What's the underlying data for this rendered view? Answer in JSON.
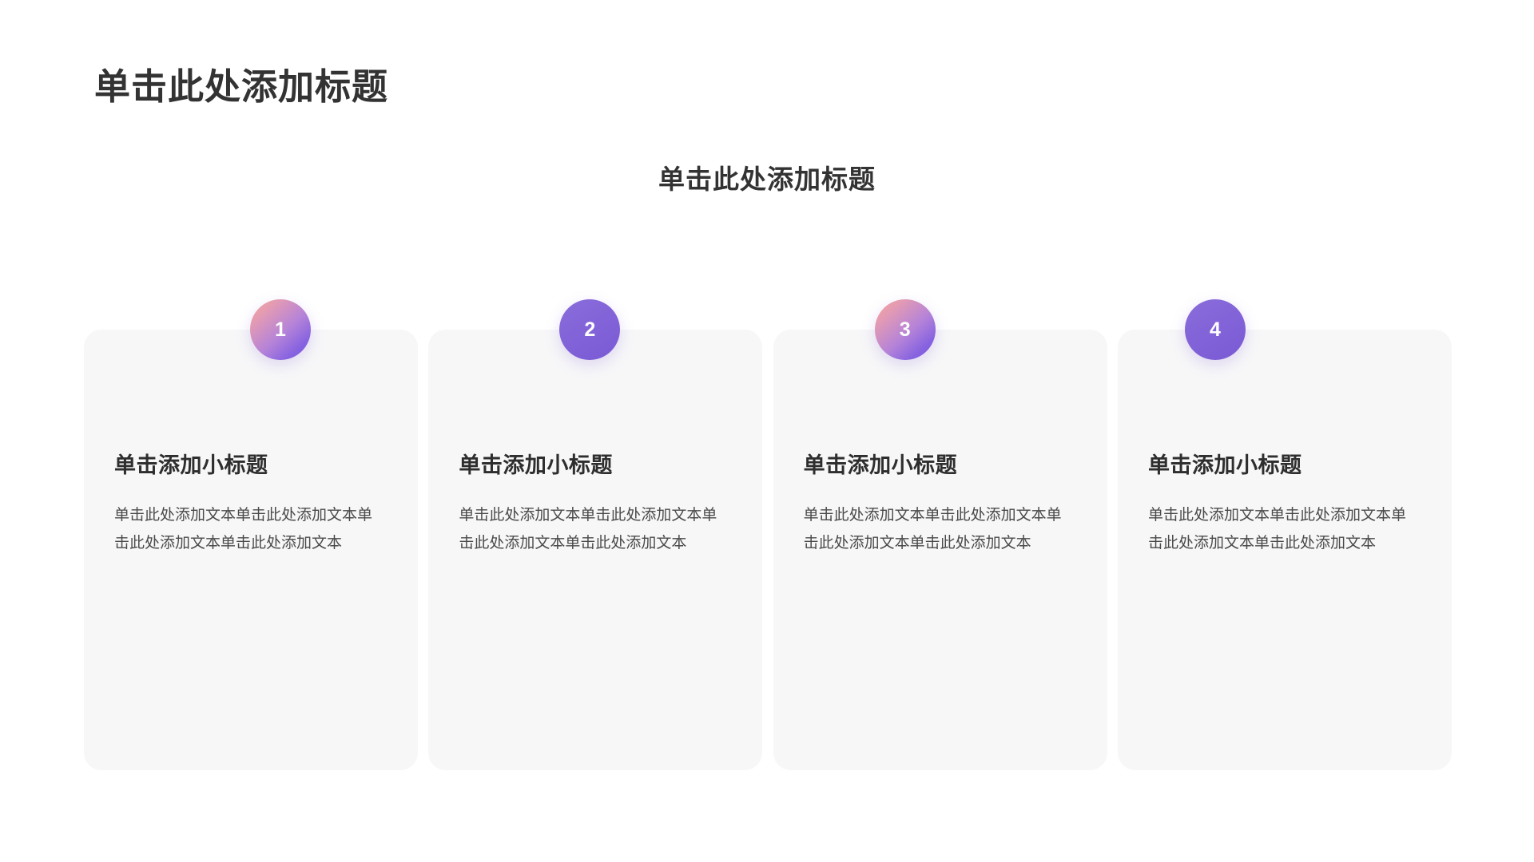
{
  "slide": {
    "main_title": "单击此处添加标题",
    "sub_title": "单击此处添加标题",
    "background_color": "#ffffff"
  },
  "theme": {
    "card_background": "#f7f7f8",
    "accent_purple": "#8263d8",
    "accent_pink": "#f4a79a",
    "title_color": "#333333",
    "body_text_color": "#4a4a4a"
  },
  "cards": [
    {
      "number": "1",
      "badge_style": "gradient",
      "heading": "单击添加小标题",
      "text": "单击此处添加文本单击此处添加文本单击此处添加文本单击此处添加文本"
    },
    {
      "number": "2",
      "badge_style": "solid",
      "heading": "单击添加小标题",
      "text": "单击此处添加文本单击此处添加文本单击此处添加文本单击此处添加文本"
    },
    {
      "number": "3",
      "badge_style": "gradient",
      "heading": "单击添加小标题",
      "text": "单击此处添加文本单击此处添加文本单击此处添加文本单击此处添加文本"
    },
    {
      "number": "4",
      "badge_style": "solid",
      "heading": "单击添加小标题",
      "text": "单击此处添加文本单击此处添加文本单击此处添加文本单击此处添加文本"
    }
  ]
}
